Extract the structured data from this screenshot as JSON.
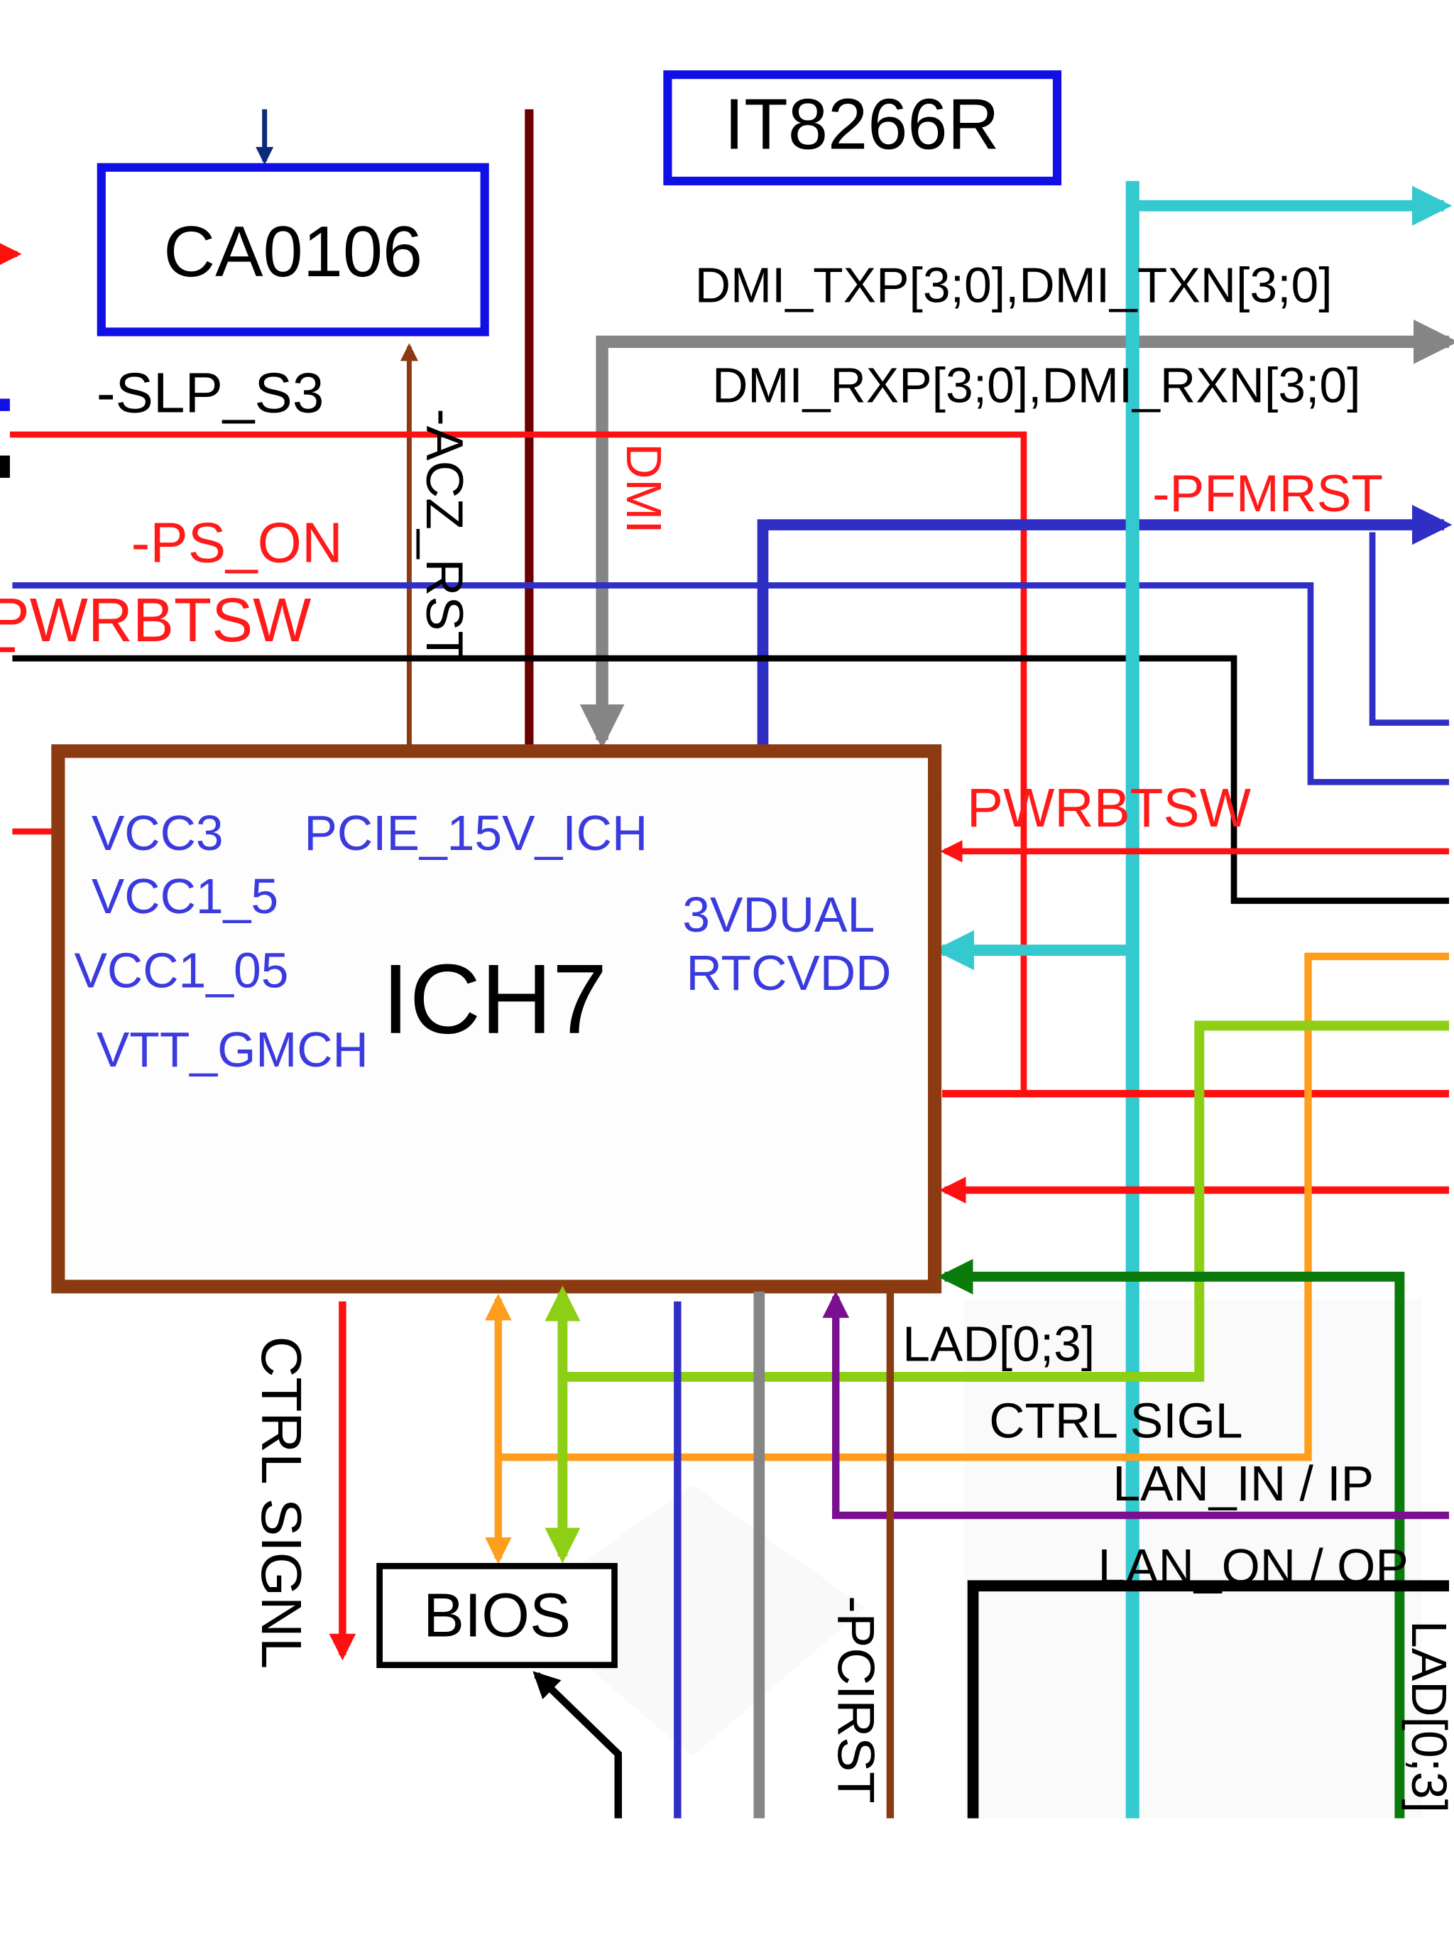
{
  "colors": {
    "background": "#ffffff",
    "block_outline_blue": "#1010e6",
    "ich_outline": "#8b3a12",
    "signal_red": "#ff1010",
    "signal_blue": "#2f2fc6",
    "signal_black": "#000000",
    "signal_gray": "#858585",
    "signal_cyan": "#33c9cf",
    "signal_orange": "#ff9d1c",
    "signal_lime": "#8ccf14",
    "signal_green": "#0a7a0a",
    "signal_purple": "#7a0f90",
    "signal_brown": "#8b3a12",
    "signal_darkred": "#6a0000",
    "pin_label": "#3a3adf",
    "text_black": "#000000",
    "text_red": "#ff1a1a",
    "text_darkblue": "#0a2a7a"
  },
  "blocks": {
    "top_chip": "IT8266R",
    "codec": "CA0106",
    "southbridge": "ICH7",
    "bios": "BIOS"
  },
  "pins": {
    "vcc3": "VCC3",
    "pcie": "PCIE_15V_ICH",
    "vcc1_5": "VCC1_5",
    "vcc1_05": "VCC1_05",
    "vtt": "VTT_GMCH",
    "dual": "3VDUAL",
    "rtc": "RTCVDD"
  },
  "signals": {
    "slp_s3": "-SLP_S3",
    "acz_rst": "-ACZ_RST",
    "dmi": "DMI",
    "dmi_tx": "DMI_TXP[3;0],DMI_TXN[3;0]",
    "dmi_rx": "DMI_RXP[3;0],DMI_RXN[3;0]",
    "pfmrst": "-PFMRST",
    "ps_on": "-PS_ON",
    "pwrbtsw_left": "-PWRBTSW",
    "pwrbtsw_right": "PWRBTSW",
    "ctrl_signl": "CTRL SIGNL",
    "lad": "LAD[0;3]",
    "ctrl_sigl": "CTRL SIGL",
    "lan_in": "LAN_IN / IP",
    "lan_on": "LAN_ON / OP",
    "pcirst": "-PCIRST",
    "lad_right": "LAD[0;3]"
  }
}
